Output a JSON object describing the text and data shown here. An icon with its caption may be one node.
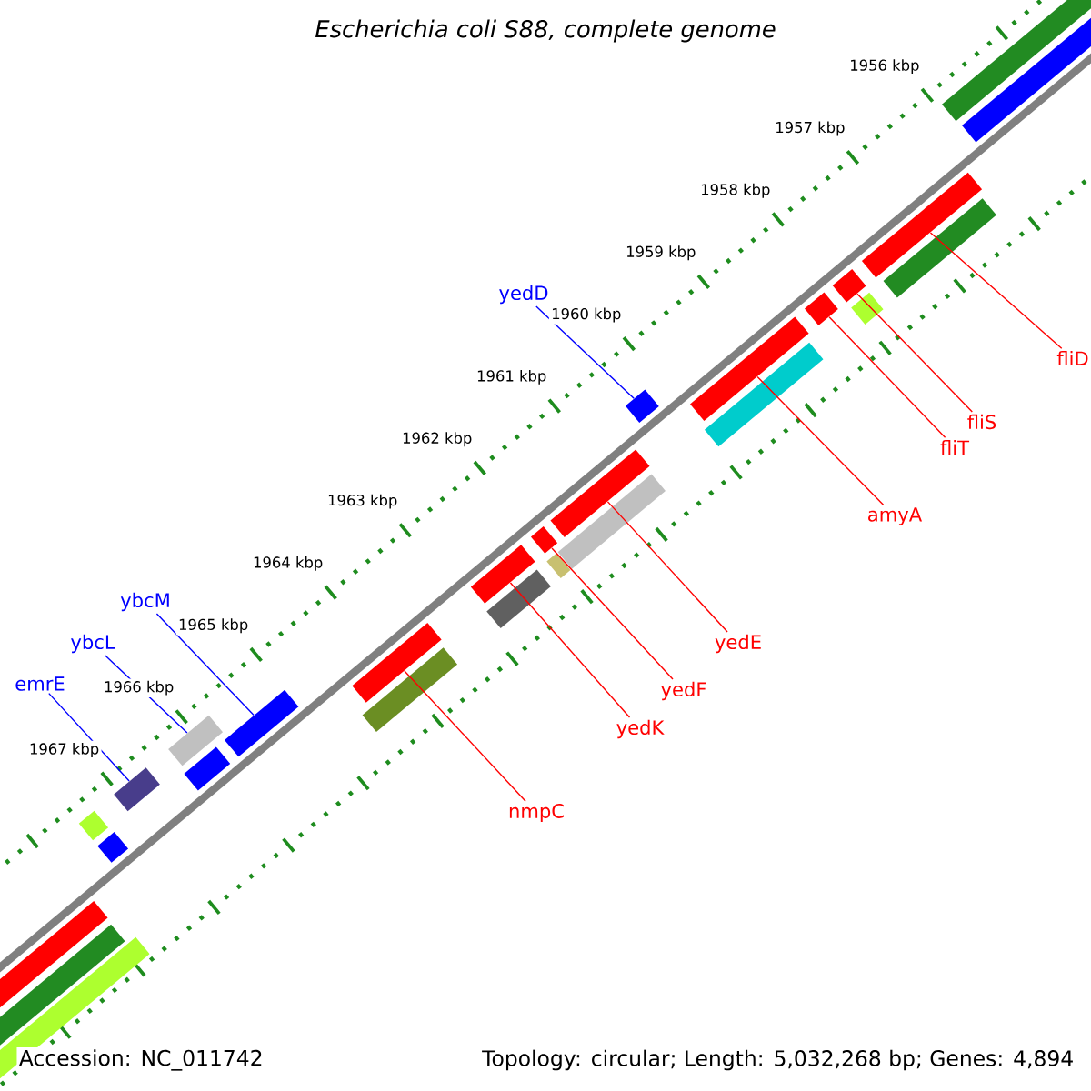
{
  "diagram": {
    "title": "Escherichia coli S88, complete genome",
    "nodes": [
      {
        "text": [
          "fliD"
        ]
      },
      {
        "text": [
          "yedD"
        ]
      },
      {
        "text": [
          "fliS"
        ]
      },
      {
        "text": [
          "fliT"
        ]
      },
      {
        "text": [
          "amyA"
        ]
      },
      {
        "text": [
          "yedE"
        ]
      },
      {
        "text": [
          "ybcM"
        ]
      },
      {
        "text": [
          "yedF"
        ]
      },
      {
        "text": [
          "ybcL"
        ]
      },
      {
        "text": [
          "yedK"
        ]
      },
      {
        "text": [
          "emrE"
        ]
      },
      {
        "text": [
          "nmpC"
        ]
      },
      {
        "text": [],
        "shape": "bar"
      },
      {
        "text": [],
        "shape": "bar"
      },
      {
        "text": [],
        "shape": "bar"
      },
      {
        "text": [],
        "shape": "bar"
      },
      {
        "text": [],
        "shape": "bar"
      },
      {
        "text": [],
        "shape": "bar"
      },
      {
        "text": [],
        "shape": "bar"
      },
      {
        "text": [],
        "shape": "bar"
      },
      {
        "text": [],
        "shape": "bar"
      },
      {
        "text": [],
        "shape": "bar"
      },
      {
        "text": [],
        "shape": "bar"
      },
      {
        "text": [],
        "shape": "bar"
      }
    ],
    "edges": [
      {
        "from": 0,
        "to": 12,
        "arrow": "none"
      },
      {
        "from": 1,
        "to": 13,
        "arrow": "none",
        "color": "#0000ff"
      },
      {
        "from": 2,
        "to": 14,
        "arrow": "none"
      },
      {
        "from": 3,
        "to": 15,
        "arrow": "none"
      },
      {
        "from": 4,
        "to": 16,
        "arrow": "none"
      },
      {
        "from": 5,
        "to": 17,
        "arrow": "none"
      },
      {
        "from": 6,
        "to": 18,
        "arrow": "none",
        "color": "#0000ff"
      },
      {
        "from": 7,
        "to": 19,
        "arrow": "none"
      },
      {
        "from": 8,
        "to": 20,
        "arrow": "none",
        "color": "#0000ff"
      },
      {
        "from": 9,
        "to": 21,
        "arrow": "none"
      },
      {
        "from": 10,
        "to": 22,
        "arrow": "none",
        "color": "#0000ff"
      },
      {
        "from": 11,
        "to": 23,
        "arrow": "none"
      }
    ],
    "labels": [
      "1956 kbp",
      "1957 kbp",
      "1958 kbp",
      "1959 kbp",
      "1960 kbp",
      "1961 kbp",
      "1962 kbp",
      "1963 kbp",
      "1964 kbp",
      "1965 kbp",
      "1966 kbp",
      "1967 kbp",
      "Accession: NC_011742",
      "Topology: circular; Length: 5,032,268 bp; Genes: 4,894"
    ]
  }
}
